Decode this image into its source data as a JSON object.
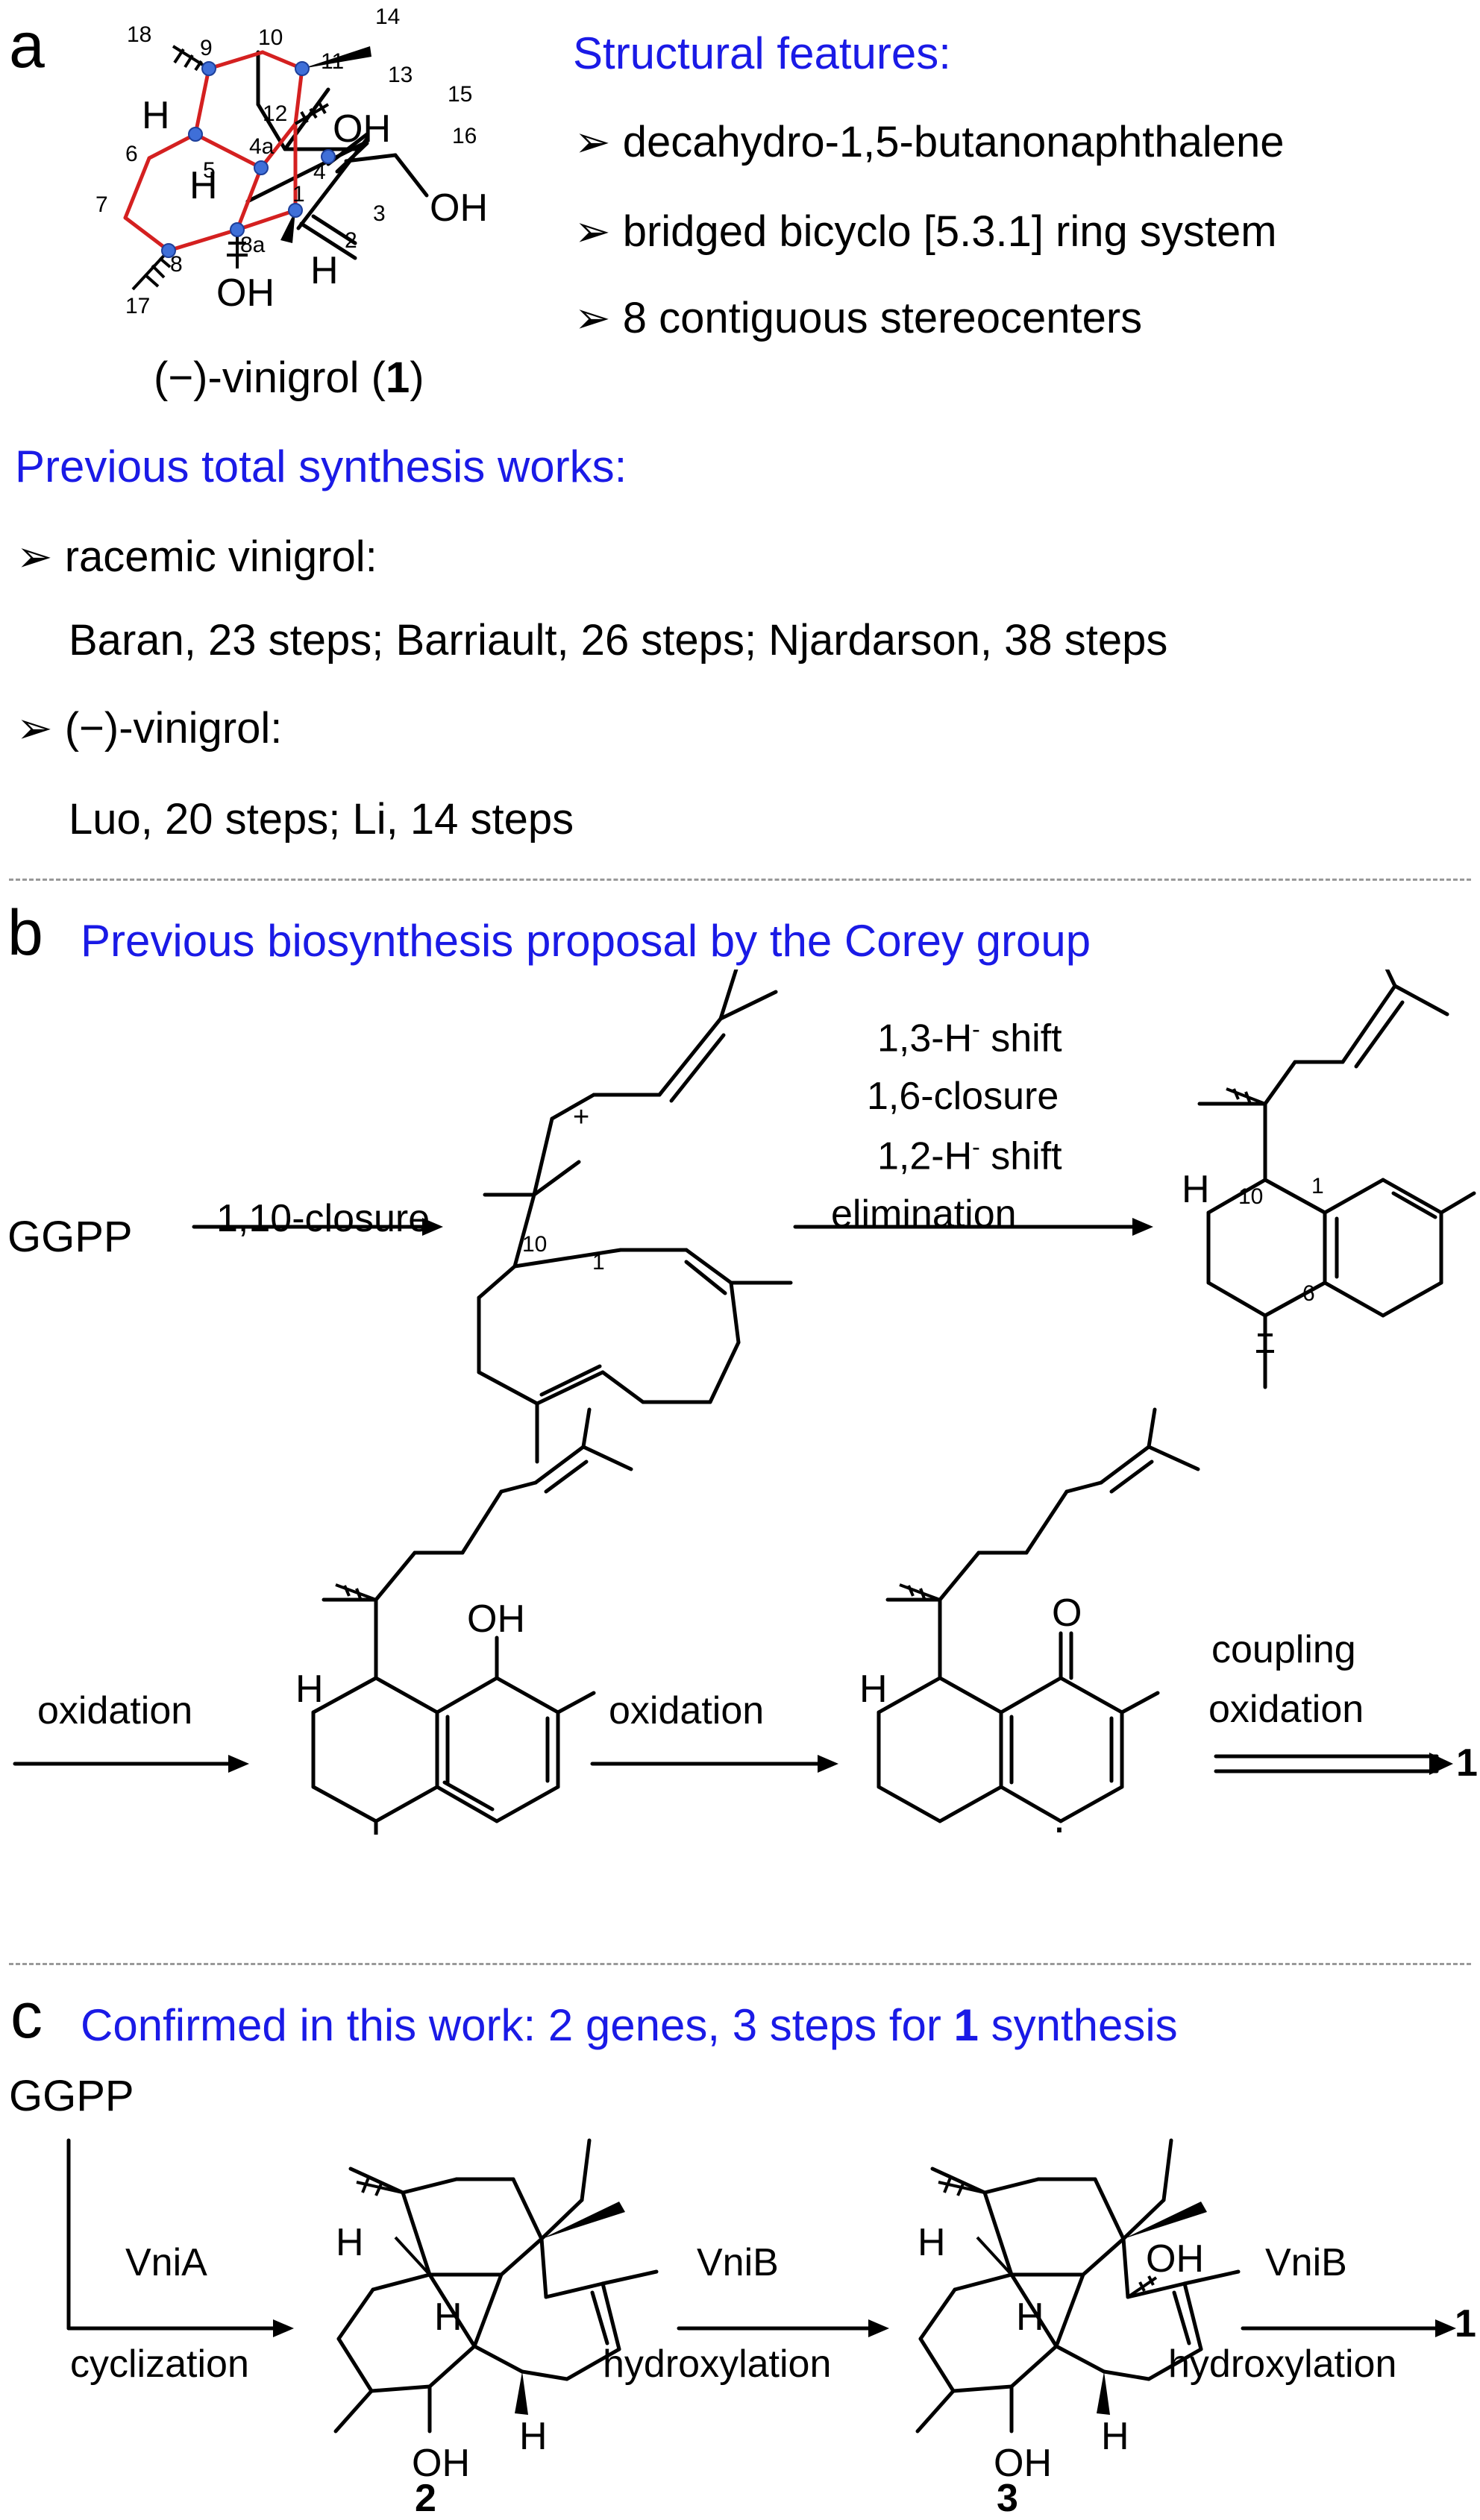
{
  "panel_a": {
    "letter": "a",
    "structural_heading": "Structural features:",
    "features": [
      "decahydro-1,5-butanonaphthalene",
      "bridged bicyclo [5.3.1] ring system",
      "8 contiguous stereocenters"
    ],
    "compound_name": "(−)-vinigrol (",
    "compound_number": "1",
    "compound_close": ")",
    "previous_heading": "Previous total synthesis works:",
    "racemic_label": "racemic vinigrol:",
    "racemic_detail": "Baran, 23 steps; Barriault, 26 steps; Njardarson, 38 steps",
    "enantio_label": "(−)-vinigrol:",
    "enantio_detail": "Luo, 20 steps; Li, 14 steps",
    "atom_numbers": [
      "18",
      "9",
      "10",
      "11",
      "14",
      "13",
      "15",
      "12",
      "16",
      "5",
      "6",
      "4a",
      "4",
      "3",
      "7",
      "1",
      "2",
      "8a",
      "8",
      "17"
    ],
    "groups": {
      "oh_top": "OH",
      "oh_side": "OH",
      "oh_bottom": "OH",
      "h_left": "H",
      "h_mid": "H",
      "h_bottom": "H"
    }
  },
  "panel_b": {
    "letter": "b",
    "heading": "Previous biosynthesis proposal by the Corey group",
    "start": "GGPP",
    "step1": "1,10-closure",
    "step2": [
      "1,3-H",
      "1,6-closure",
      "1,2-H",
      "elimination"
    ],
    "step2_superscript": "-",
    "step2_shift": " shift",
    "step3": "oxidation",
    "step4": "oxidation",
    "step5": [
      "coupling",
      "oxidation"
    ],
    "product": "1",
    "cation": "+",
    "ring_numbers": {
      "c10": "10",
      "c1": "1",
      "d10": "10",
      "d1": "1",
      "d6": "6"
    },
    "groups": {
      "h1": "H",
      "h2": "H",
      "h3": "H",
      "oh": "OH",
      "o": "O",
      "radical": "·"
    }
  },
  "panel_c": {
    "letter": "c",
    "heading_a": "Confirmed in this work: 2 genes, 3 steps for ",
    "heading_bold": "1",
    "heading_b": " synthesis",
    "start": "GGPP",
    "enzyme1": "VniA",
    "step1": "cyclization",
    "enzyme2": "VniB",
    "step2": "hydroxylation",
    "enzyme3": "VniB",
    "step3": "hydroxylation",
    "product": "1",
    "compound2": "2",
    "compound3": "3",
    "groups": {
      "h": "H",
      "oh": "OH"
    }
  },
  "colors": {
    "accent_text": "#1a1ae6",
    "highlight_bond": "#d42020",
    "stereo_dot": "#3f6fd8",
    "divider": "#999999"
  }
}
